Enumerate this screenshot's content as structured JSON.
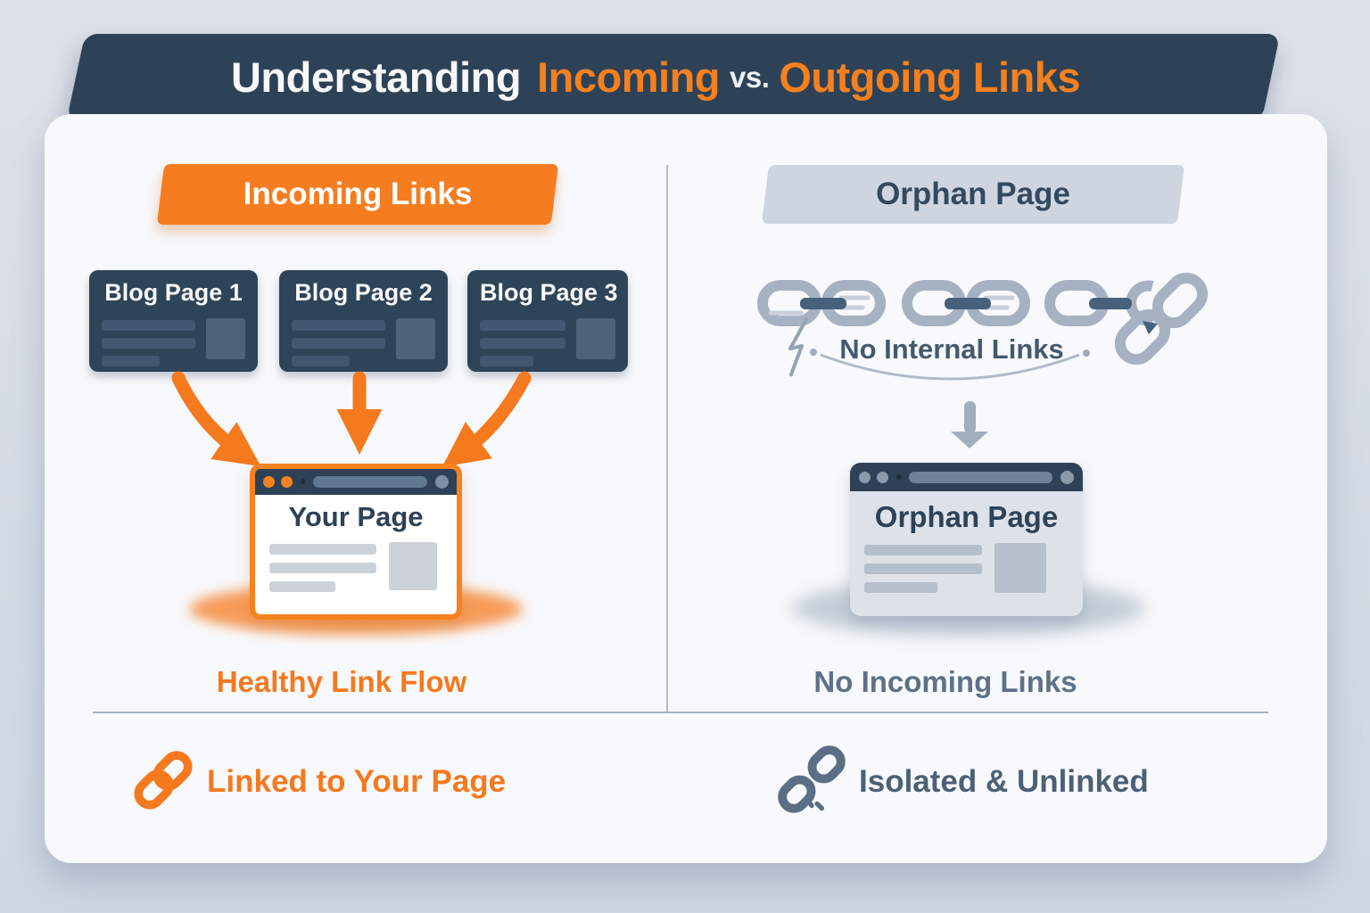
{
  "title": {
    "leading": "Understanding",
    "highlight1": "Incoming",
    "connector": "vs.",
    "highlight2": "Outgoing Links"
  },
  "left_panel": {
    "banner": "Incoming Links",
    "blog_cards": [
      {
        "title": "Blog Page 1"
      },
      {
        "title": "Blog Page 2"
      },
      {
        "title": "Blog Page 3"
      }
    ],
    "your_page_window": {
      "title": "Your Page"
    },
    "caption": "Healthy Link Flow",
    "footer_label": "Linked to Your Page"
  },
  "right_panel": {
    "banner": "Orphan Page",
    "chain_caption": "No Internal Links",
    "orphan_window": {
      "title": "Orphan Page"
    },
    "caption": "No Incoming Links",
    "footer_label": "Isolated & Unlinked"
  },
  "icons": {
    "left_footer": "link-icon",
    "right_footer": "broken-link-icon",
    "right_top": "broken-chain-row",
    "left_arrows": "incoming-arrows"
  },
  "colors": {
    "accent_orange": "#F5791D",
    "dark_slate": "#2E4156",
    "slate_text": "#4C6076",
    "muted_slate": "#5D7189",
    "note_slate": "#43596F",
    "banner_gray": "#CED5E0",
    "chain_gray": "#A6B2C2",
    "background": "#D6DBE5",
    "card_background": "#F8F9FC"
  }
}
